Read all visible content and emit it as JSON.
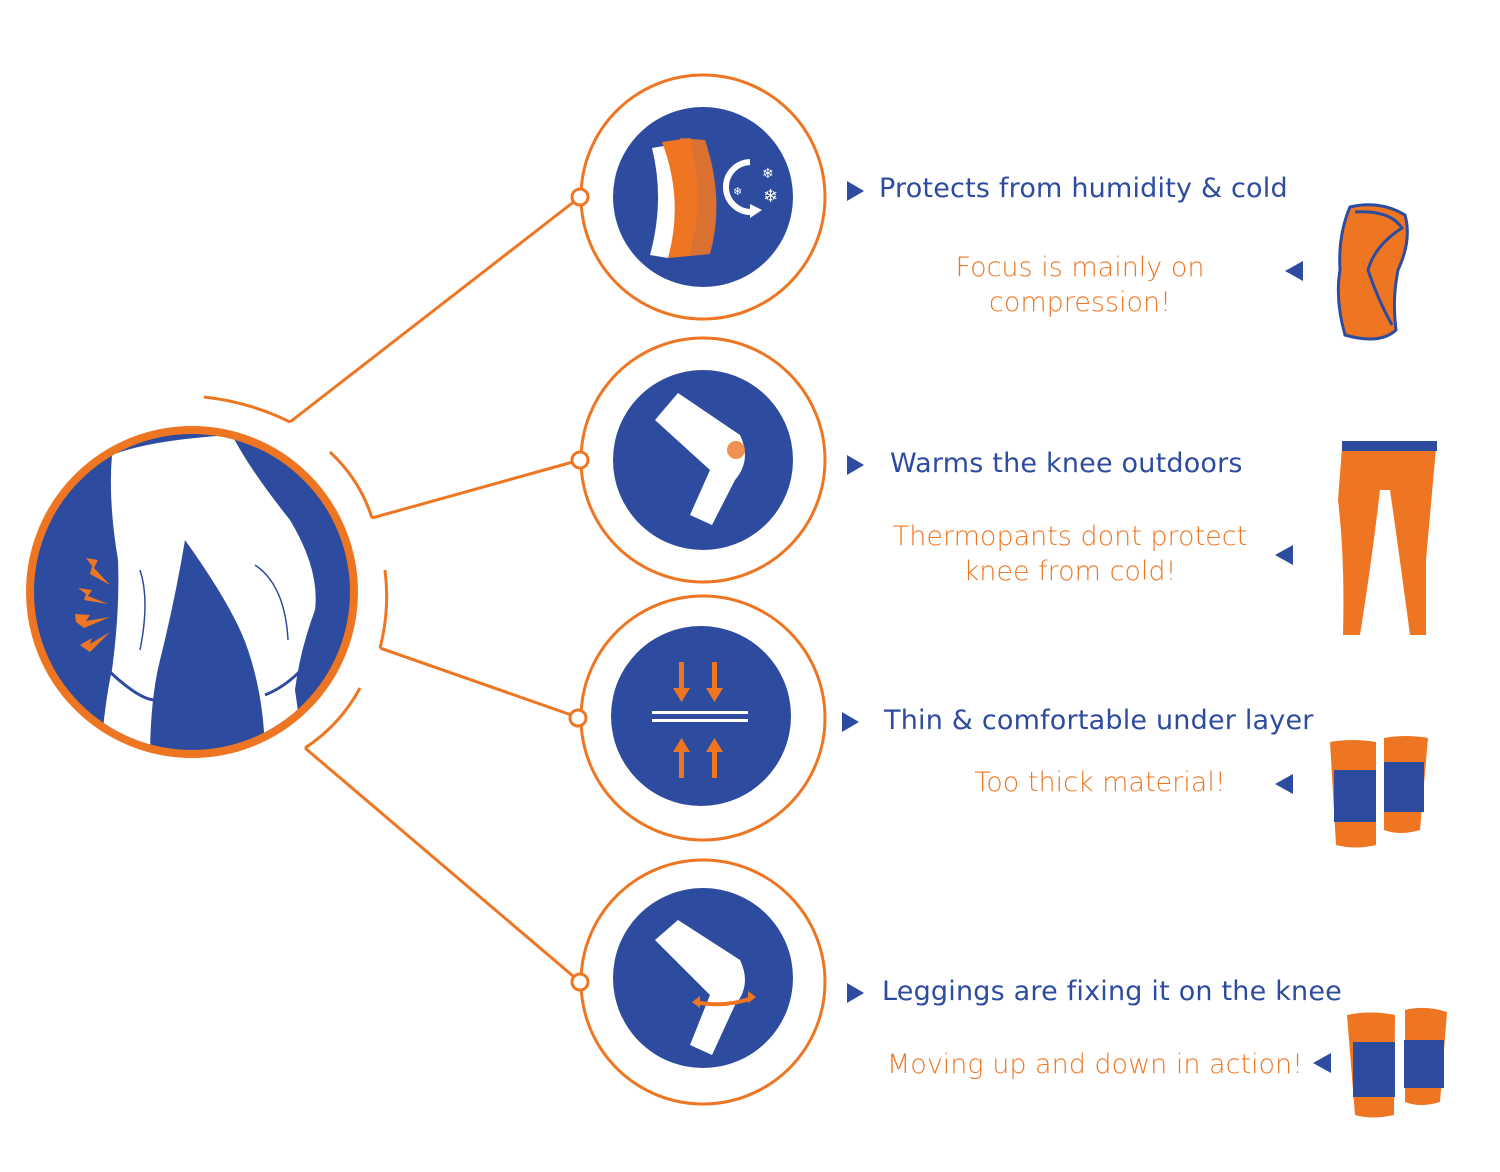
{
  "colors": {
    "blue": "#2E4C9F",
    "orange": "#EE7623"
  },
  "features": [
    {
      "icon": "fabric-moisture-cold-icon",
      "heading": "Protects from humidity & cold",
      "note_lines": [
        "Focus is mainly on",
        "compression!"
      ],
      "product": "knee-sleeve-icon"
    },
    {
      "icon": "warm-knee-icon",
      "heading": "Warms the knee outdoors",
      "note_lines": [
        "Thermopants dont protect",
        "knee from cold!"
      ],
      "product": "thermopants-icon"
    },
    {
      "icon": "thin-layer-compression-icon",
      "heading": "Thin & comfortable under layer",
      "note_lines": [
        "Too thick material!"
      ],
      "product": "thick-knee-warmers-icon"
    },
    {
      "icon": "knee-fixing-icon",
      "heading": "Leggings are fixing it on the knee",
      "note_lines": [
        "Moving up and down in action!"
      ],
      "product": "knee-warmers-icon"
    }
  ]
}
